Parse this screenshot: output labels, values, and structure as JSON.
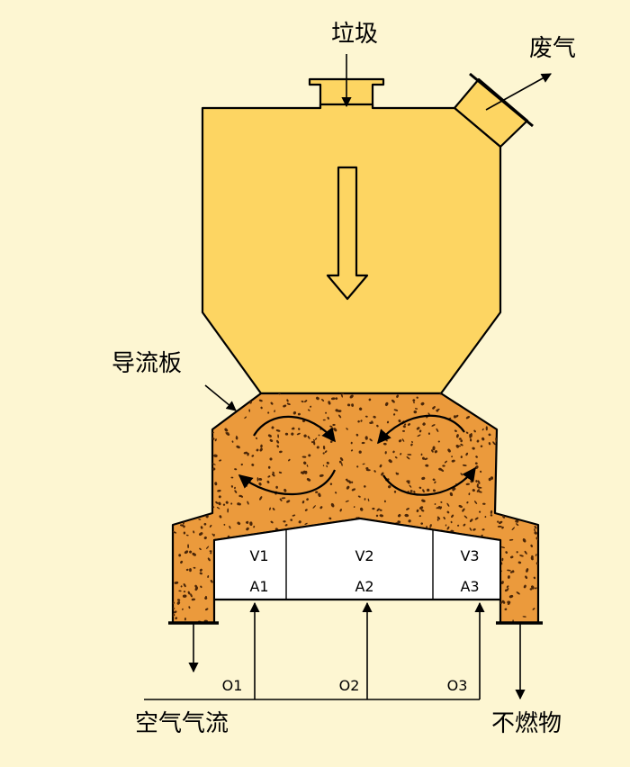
{
  "labels": {
    "garbage": "垃圾",
    "exhaust": "废气",
    "deflector": "导流板",
    "air_flow": "空气气流",
    "noncombustible": "不燃物"
  },
  "zones": [
    {
      "v": "V1",
      "a": "A1",
      "o": "O1"
    },
    {
      "v": "V2",
      "a": "A2",
      "o": "O2"
    },
    {
      "v": "V3",
      "a": "A3",
      "o": "O3"
    }
  ],
  "colors": {
    "background": "#fdf6d2",
    "hopper": "#fdd562",
    "bed": "#eb9a3c",
    "particle": "#4a2608",
    "stroke": "#000000"
  }
}
